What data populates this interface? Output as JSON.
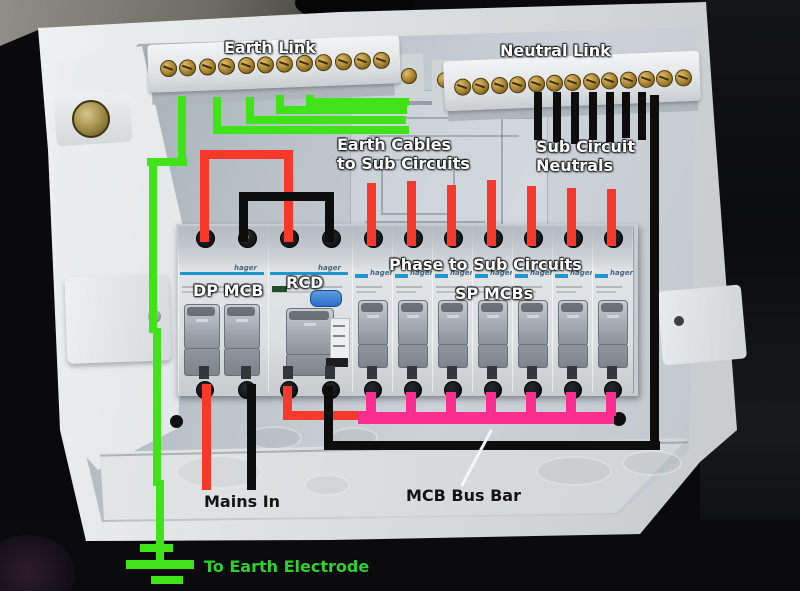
{
  "annotations": {
    "earth_link": "Earth Link",
    "neutral_link": "Neutral Link",
    "earth_cables": [
      "Earth Cables",
      "to Sub Circuits"
    ],
    "sub_circuit_neutrals": [
      "Sub Circuit",
      "Neutrals"
    ],
    "phase_to_sub_circuits": "Phase to Sub Circuits",
    "sp_mcbs": "SP MCBs",
    "dp_mcb": "DP MCB",
    "rcd": "RCD",
    "mains_in": "Mains In",
    "mcb_bus_bar": "MCB Bus Bar",
    "to_earth_electrode": "To Earth Electrode"
  },
  "equipment": {
    "brand": "hager",
    "breakers": [
      {
        "type": "dp",
        "label": "DP MCB"
      },
      {
        "type": "rcd",
        "label": "RCD"
      },
      {
        "type": "sp",
        "label": "SP MCB"
      },
      {
        "type": "sp",
        "label": "SP MCB"
      },
      {
        "type": "sp",
        "label": "SP MCB"
      },
      {
        "type": "sp",
        "label": "SP MCB"
      },
      {
        "type": "sp",
        "label": "SP MCB"
      },
      {
        "type": "sp",
        "label": "SP MCB"
      },
      {
        "type": "sp",
        "label": "SP MCB"
      }
    ],
    "earth_link": {
      "screw_count": 12
    },
    "neutral_link": {
      "screw_count": 13
    }
  },
  "wire_colors": {
    "earth": "#3fe318",
    "phase": "#f6392b",
    "neutral": "#0d0d0e",
    "busbar": "#fb2d8e"
  },
  "annotation_colors": {
    "white": "#ffffff",
    "dark": "#141414",
    "green": "#2dd32d"
  }
}
